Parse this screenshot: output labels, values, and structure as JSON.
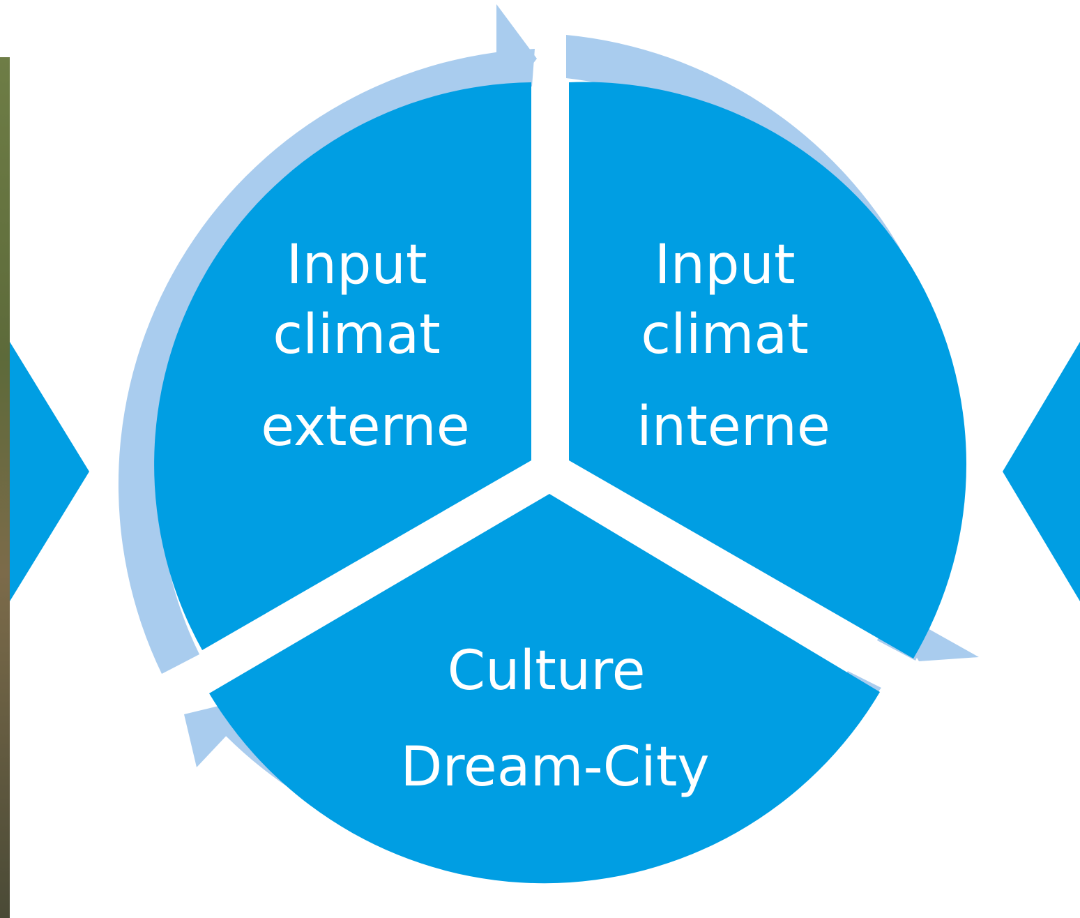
{
  "colors": {
    "segment_fill": "#009EE3",
    "ring_fill": "#A9CCEE",
    "separator": "#FFFFFF",
    "text": "#FFFFFF",
    "side_arrow": "#009EE3"
  },
  "segments": [
    {
      "lines": [
        "Input",
        "climat",
        "externe"
      ]
    },
    {
      "lines": [
        "Input",
        "climat",
        "interne"
      ]
    },
    {
      "lines": [
        "Culture",
        "Dream-City"
      ]
    }
  ],
  "side_photo_left": {
    "kind": "photo-crop",
    "present": true
  }
}
